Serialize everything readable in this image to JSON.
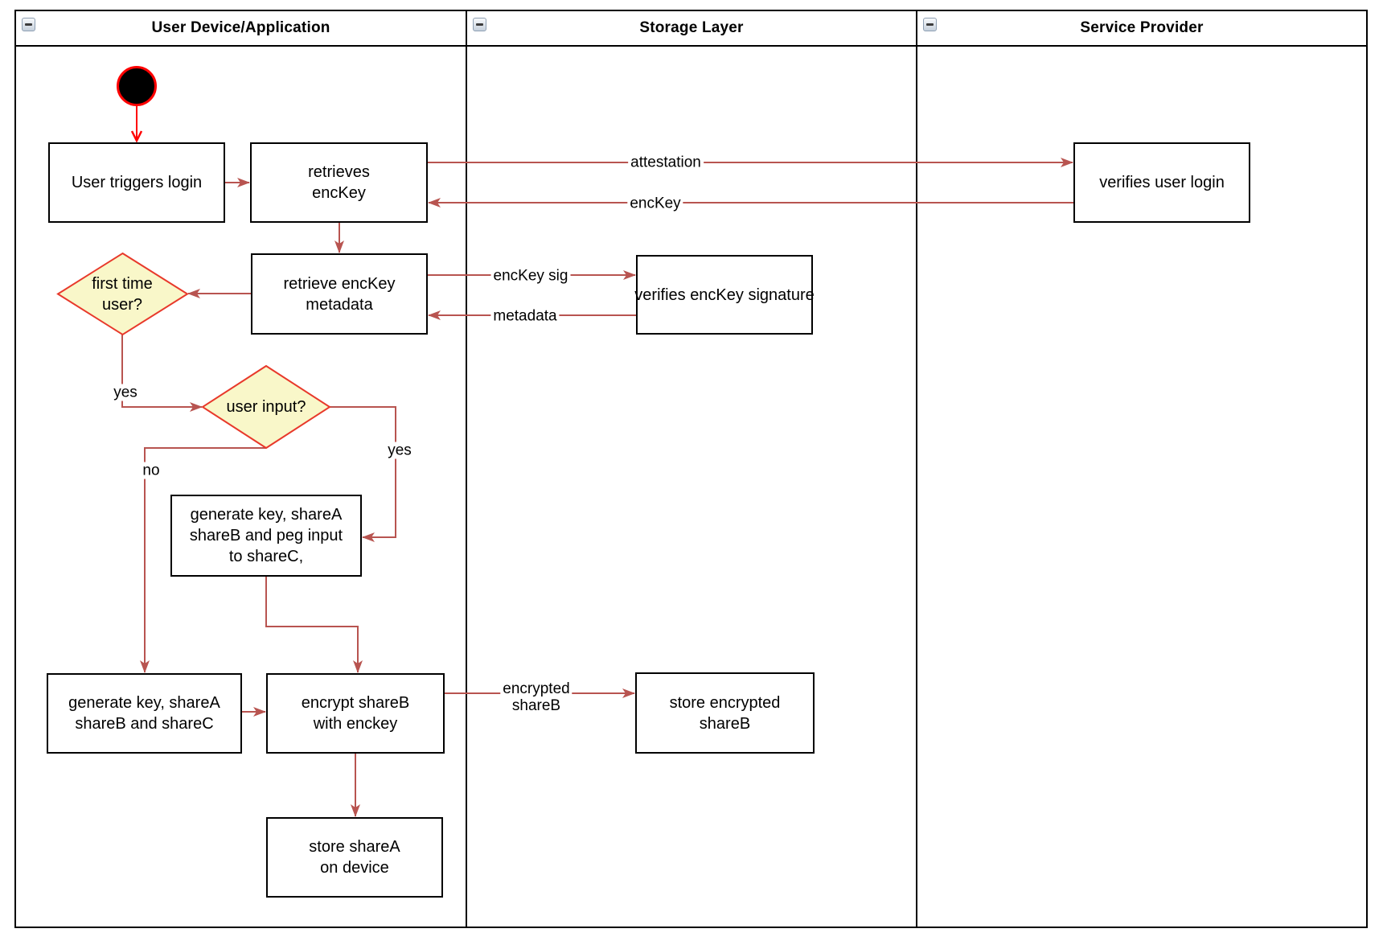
{
  "lanes": [
    {
      "title": "User Device/Application"
    },
    {
      "title": "Storage Layer"
    },
    {
      "title": "Service Provider"
    }
  ],
  "nodes": {
    "user_triggers_login": {
      "label": "User triggers login"
    },
    "retrieves_enckey": {
      "label": "retrieves\nencKey"
    },
    "verifies_user_login": {
      "label": "verifies user login"
    },
    "retrieve_enckey_metadata": {
      "label": "retrieve encKey\nmetadata"
    },
    "verifies_enckey_signature": {
      "label": "verifies encKey signature"
    },
    "first_time_user": {
      "label": "first time\nuser?"
    },
    "user_input": {
      "label": "user input?"
    },
    "generate_key_peg_input": {
      "label": "generate key, shareA\nshareB and peg input\nto shareC,"
    },
    "generate_key_sharec": {
      "label": "generate key, shareA\nshareB and shareC"
    },
    "encrypt_shareb": {
      "label": "encrypt shareB\nwith enckey"
    },
    "store_sharea": {
      "label": "store shareA\non device"
    },
    "store_encrypted_shareb": {
      "label": "store encrypted\nshareB"
    }
  },
  "edge_labels": {
    "attestation": "attestation",
    "enckey": "encKey",
    "enckey_sig": "encKey sig",
    "metadata": "metadata",
    "encrypted_shareb": "encrypted\nshareB",
    "yes_first_time": "yes",
    "yes_user_input": "yes",
    "no_user_input": "no"
  },
  "colors": {
    "arrow": "#B85450",
    "start_arrow": "#FF0000",
    "start_fill": "#000000",
    "diamond_fill": "#F9F7C9",
    "diamond_border": "#E8392B",
    "node_border": "#000000",
    "node_fill": "#FFFFFF",
    "lane_border": "#000000"
  }
}
